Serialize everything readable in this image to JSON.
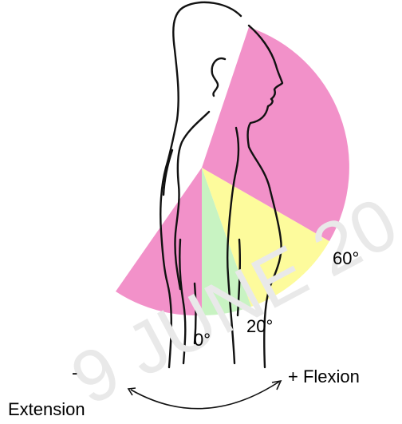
{
  "diagram": {
    "zones": [
      {
        "name": "extension-zone",
        "color": "#f291c9"
      },
      {
        "name": "flexion-0-20-zone",
        "color": "#c8f3c2"
      },
      {
        "name": "flexion-20-60-zone",
        "color": "#fdfb9c"
      },
      {
        "name": "flexion-60-plus-zone",
        "color": "#f291c9"
      }
    ],
    "labels": {
      "zero": "0°",
      "twenty": "20°",
      "sixty": "60°",
      "minus": "-",
      "extension": "Extension",
      "flexion": "+ Flexion"
    },
    "watermark": "9 JUNE 20"
  }
}
